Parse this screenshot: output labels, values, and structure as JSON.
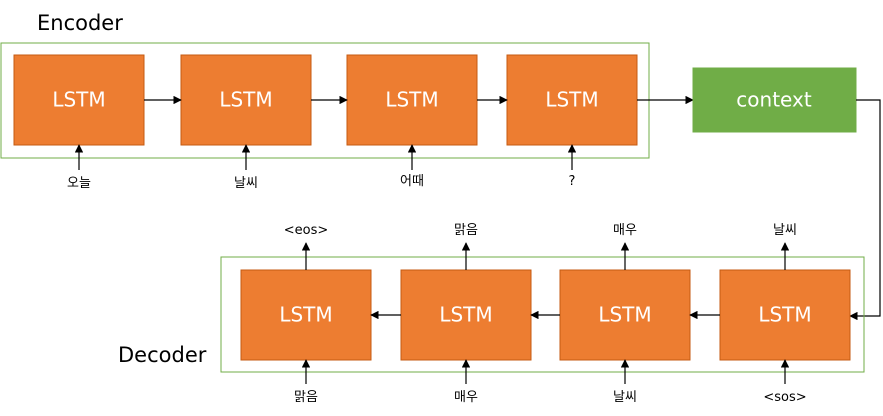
{
  "encoder": {
    "label": "Encoder",
    "cells": [
      "LSTM",
      "LSTM",
      "LSTM",
      "LSTM"
    ],
    "inputs": [
      "오늘",
      "날씨",
      "어때",
      "?"
    ]
  },
  "context": {
    "label": "context"
  },
  "decoder": {
    "label": "Decoder",
    "cells": [
      "LSTM",
      "LSTM",
      "LSTM",
      "LSTM"
    ],
    "inputs": [
      "맑음",
      "매우",
      "날씨",
      "<sos>"
    ],
    "outputs": [
      "<eos>",
      "맑음",
      "매우",
      "날씨"
    ]
  },
  "colors": {
    "cell_fill": "#ed7d31",
    "context_fill": "#70ad47",
    "frame_stroke": "#70ad47"
  }
}
